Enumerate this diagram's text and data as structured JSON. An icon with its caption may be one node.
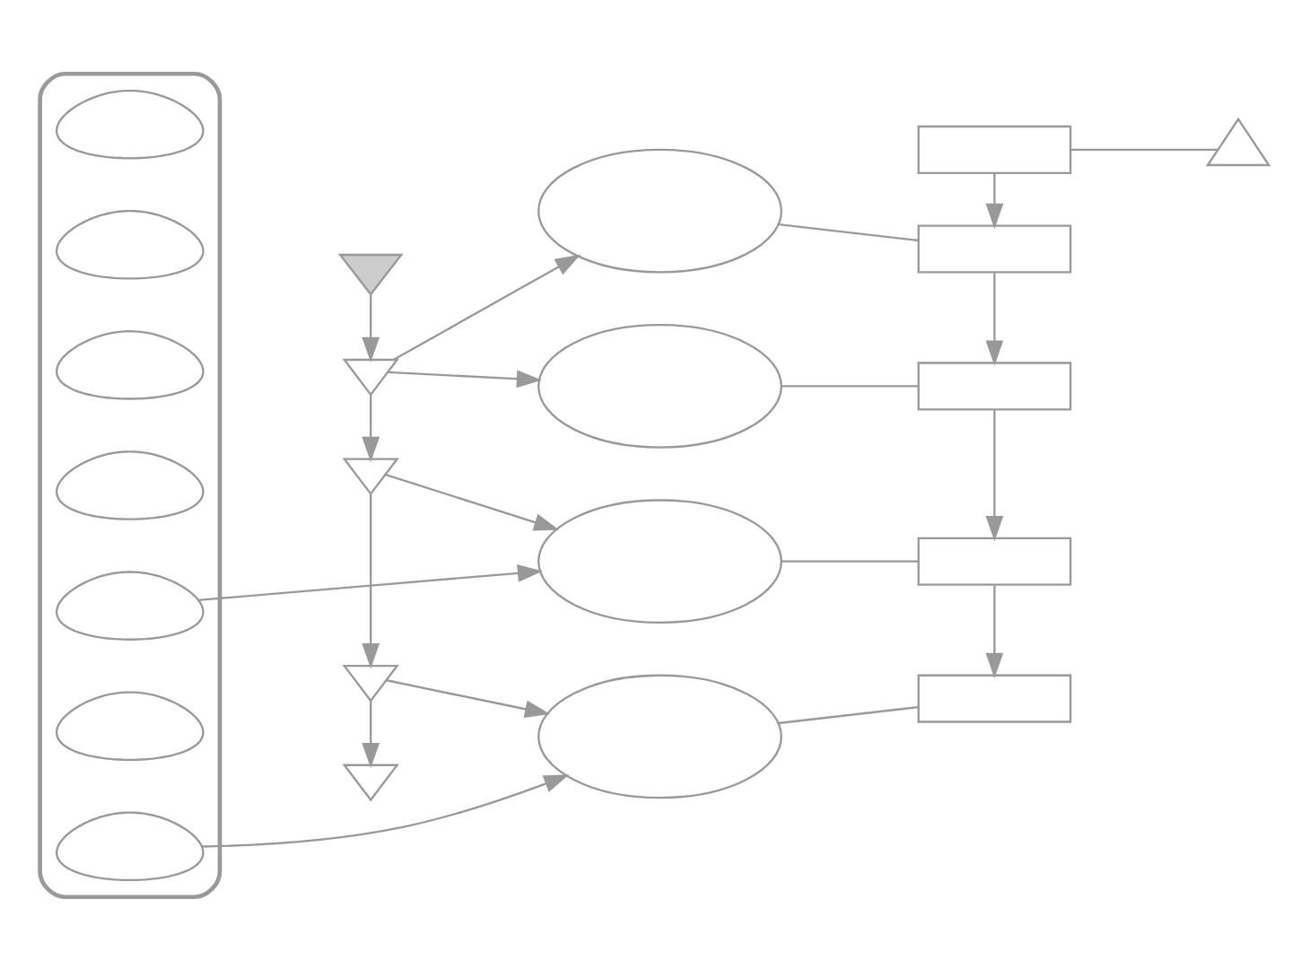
{
  "diagram": {
    "nodes": [
      {
        "text": [],
        "shape": "cloud"
      },
      {
        "text": [],
        "shape": "cloud",
        "in": 0
      },
      {
        "text": [],
        "shape": "cloud",
        "in": 0
      },
      {
        "text": [],
        "shape": "cloud",
        "in": 0
      },
      {
        "text": [],
        "shape": "cloud",
        "in": 0
      },
      {
        "text": [],
        "shape": "cloud",
        "in": 0
      },
      {
        "text": [],
        "shape": "cloud",
        "in": 0
      },
      {
        "text": [],
        "shape": "cloud",
        "in": 0
      },
      {
        "text": [],
        "shape": "funnel"
      },
      {
        "text": [],
        "shape": "triangle"
      },
      {
        "text": [],
        "shape": "triangle"
      },
      {
        "text": [],
        "shape": "triangle"
      },
      {
        "text": [],
        "shape": "triangle"
      },
      {
        "text": [],
        "shape": "ellipse"
      },
      {
        "text": [],
        "shape": "ellipse"
      },
      {
        "text": [],
        "shape": "ellipse"
      },
      {
        "text": [],
        "shape": "ellipse"
      },
      {
        "text": [],
        "shape": "box"
      },
      {
        "text": [],
        "shape": "box"
      },
      {
        "text": [],
        "shape": "box"
      },
      {
        "text": [],
        "shape": "box"
      },
      {
        "text": [],
        "shape": "box"
      },
      {
        "text": [],
        "shape": "antenna"
      }
    ],
    "edges": [
      {
        "from": 8,
        "to": 9,
        "arrow": "to"
      },
      {
        "from": 9,
        "to": 10,
        "arrow": "to"
      },
      {
        "from": 10,
        "to": 11,
        "arrow": "to"
      },
      {
        "from": 11,
        "to": 12,
        "arrow": "to"
      },
      {
        "from": 9,
        "to": 13,
        "arrow": "to"
      },
      {
        "from": 9,
        "to": 14,
        "arrow": "to"
      },
      {
        "from": 10,
        "to": 15,
        "arrow": "to"
      },
      {
        "from": 11,
        "to": 16,
        "arrow": "to"
      },
      {
        "from": 5,
        "to": 15,
        "arrow": "to"
      },
      {
        "from": 7,
        "to": 16,
        "arrow": "to"
      },
      {
        "from": 13,
        "to": 18,
        "arrow": "none"
      },
      {
        "from": 14,
        "to": 19,
        "arrow": "none"
      },
      {
        "from": 15,
        "to": 20,
        "arrow": "none"
      },
      {
        "from": 16,
        "to": 21,
        "arrow": "none"
      },
      {
        "from": 17,
        "to": 18,
        "arrow": "to"
      },
      {
        "from": 18,
        "to": 19,
        "arrow": "to"
      },
      {
        "from": 19,
        "to": 20,
        "arrow": "to"
      },
      {
        "from": 20,
        "to": 21,
        "arrow": "to"
      },
      {
        "from": 17,
        "to": 22,
        "arrow": "none"
      }
    ]
  }
}
